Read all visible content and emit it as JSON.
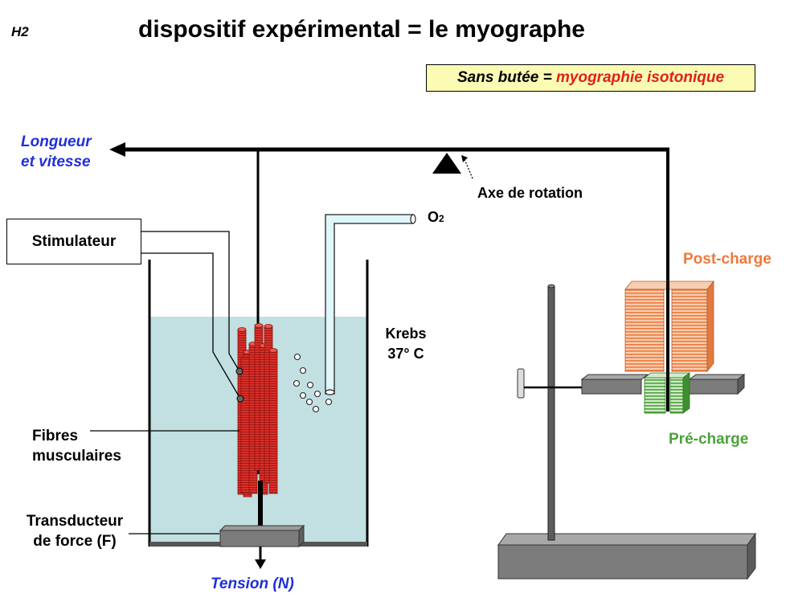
{
  "slide_id": "H2",
  "title": "dispositif expérimental = le  myographe",
  "note": {
    "prefix": "Sans butée = ",
    "highlight": "myographie isotonique"
  },
  "labels": {
    "longueur_line1": "Longueur",
    "longueur_line2": "et vitesse",
    "axe_rotation": "Axe de rotation",
    "o2": "O",
    "o2_sub": "2",
    "stimulateur": "Stimulateur",
    "post_charge": "Post-charge",
    "krebs_line1": "Krebs",
    "krebs_line2": "37°  C",
    "fibres_line1": "Fibres",
    "fibres_line2": "musculaires",
    "pre_charge": "Pré-charge",
    "transducteur_line1": "Transducteur",
    "transducteur_line2": "de force (F)",
    "tension": "Tension (N)"
  },
  "colors": {
    "bath_liquid": "#c2e0e2",
    "muscle": "#d9302a",
    "post_charge": "#ee7a3c",
    "pre_charge": "#4aa23a",
    "accent_blue": "#1f2fd8",
    "note_bg": "#fbfbb4",
    "stand": "#7c7c7c",
    "tube": "#dff6fb"
  }
}
